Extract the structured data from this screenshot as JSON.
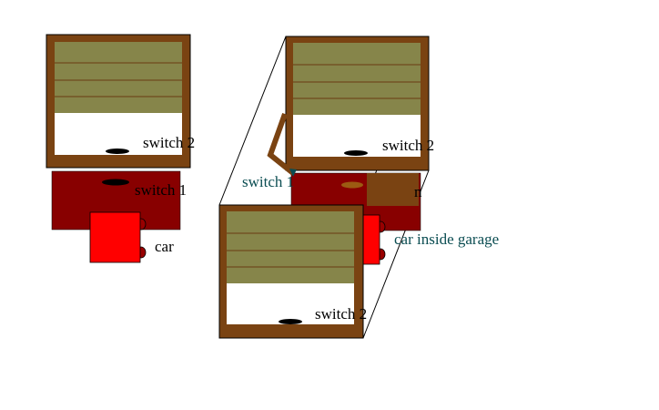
{
  "colors": {
    "frame": "#7a4312",
    "door": "#86854a",
    "door_line": "#6b3a12",
    "opening": "#ffffff",
    "floor": "#880000",
    "car": "#ff0000",
    "wheel": "#990000",
    "switch": "#000000",
    "switch_on": "#9c5b12",
    "teal_text": "#0b4d52"
  },
  "icons": {
    "switch": "ellipse-switch-icon",
    "car": "red-square-car-icon",
    "lever": "brown-lever-icon"
  },
  "left": {
    "switch2_label": "switch 2",
    "switch1_label": "switch 1",
    "car_label": "car"
  },
  "right": {
    "top_switch2_label": "switch 2",
    "switch1_label": "switch 1",
    "car_label": "car inside garage",
    "partial_label": "n",
    "front_switch2_label": "switch 2"
  }
}
